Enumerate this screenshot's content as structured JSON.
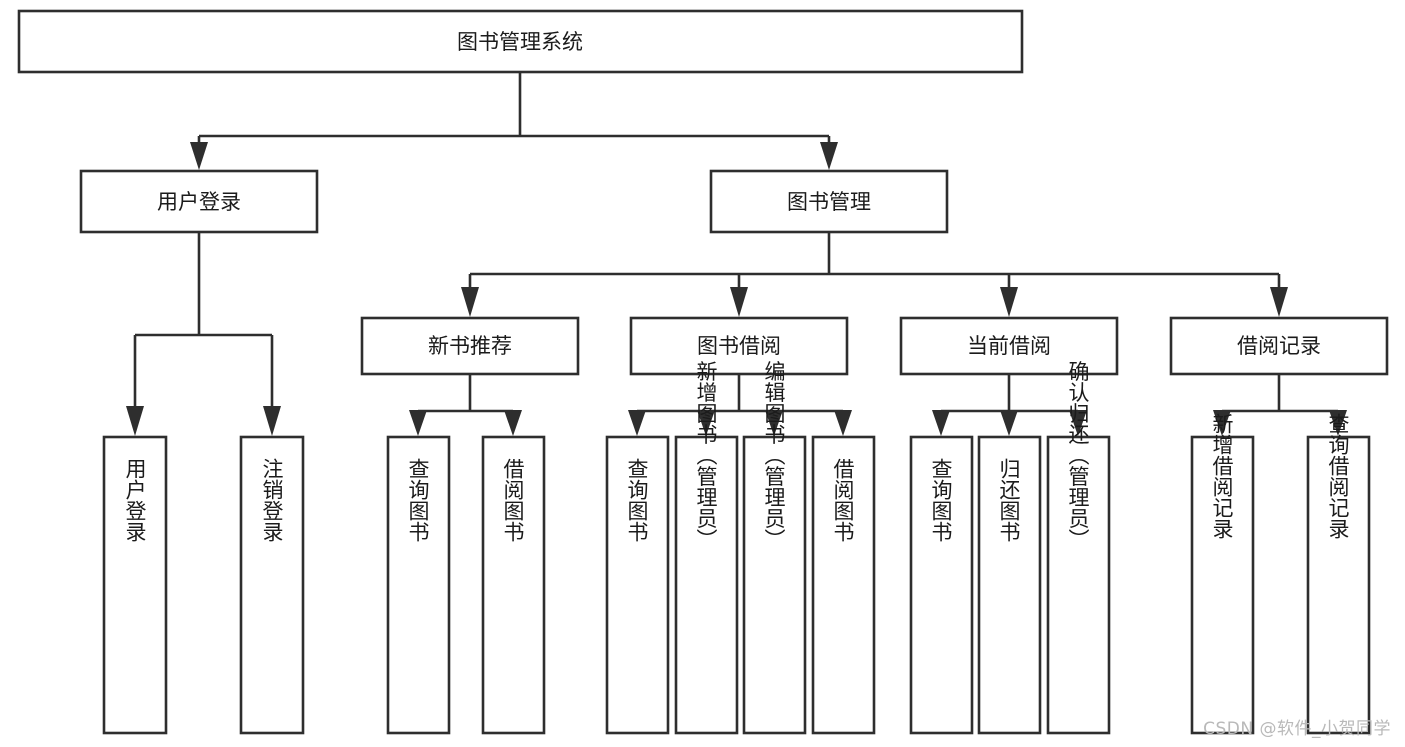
{
  "diagram": {
    "title": "图书管理系统",
    "type": "hierarchy-tree",
    "watermark": "CSDN @软件_小贺同学",
    "colors": {
      "background": "#ffffff",
      "box_fill": "#ffffff",
      "box_stroke": "#2e2e2e",
      "text": "#1b1b1b",
      "watermark_text": "#b9b9b9"
    },
    "levels": {
      "level1": [
        "图书管理系统"
      ],
      "level2": [
        "用户登录",
        "图书管理"
      ],
      "level3": [
        "新书推荐",
        "图书借阅",
        "当前借阅",
        "借阅记录"
      ],
      "level4": [
        "用户登录",
        "注销登录",
        "查询图书",
        "借阅图书",
        "查询图书",
        "新增图书（管理员）",
        "编辑图书（管理员）",
        "借阅图书",
        "查询图书",
        "归还图书",
        "确认归还（管理员）",
        "新增借阅记录",
        "查询借阅记录"
      ]
    },
    "nodes": {
      "root": {
        "label": "图书管理系统"
      },
      "user_login": {
        "label": "用户登录"
      },
      "book_manage": {
        "label": "图书管理"
      },
      "new_book_rec": {
        "label": "新书推荐"
      },
      "book_borrow": {
        "label": "图书借阅"
      },
      "current_borrow": {
        "label": "当前借阅"
      },
      "borrow_record": {
        "label": "借阅记录"
      },
      "leaf_user_login": {
        "label": "用户登录"
      },
      "leaf_logout": {
        "label": "注销登录"
      },
      "leaf_query_book_1": {
        "label": "查询图书"
      },
      "leaf_borrow_book_1": {
        "label": "借阅图书"
      },
      "leaf_query_book_2": {
        "label": "查询图书"
      },
      "leaf_add_book": {
        "label": "新增图书（管理员）"
      },
      "leaf_edit_book": {
        "label": "编辑图书（管理员）"
      },
      "leaf_borrow_book_2": {
        "label": "借阅图书"
      },
      "leaf_query_book_3": {
        "label": "查询图书"
      },
      "leaf_return_book": {
        "label": "归还图书"
      },
      "leaf_confirm_return": {
        "label": "确认归还（管理员）"
      },
      "leaf_add_record": {
        "label": "新增借阅记录"
      },
      "leaf_query_record": {
        "label": "查询借阅记录"
      }
    }
  }
}
